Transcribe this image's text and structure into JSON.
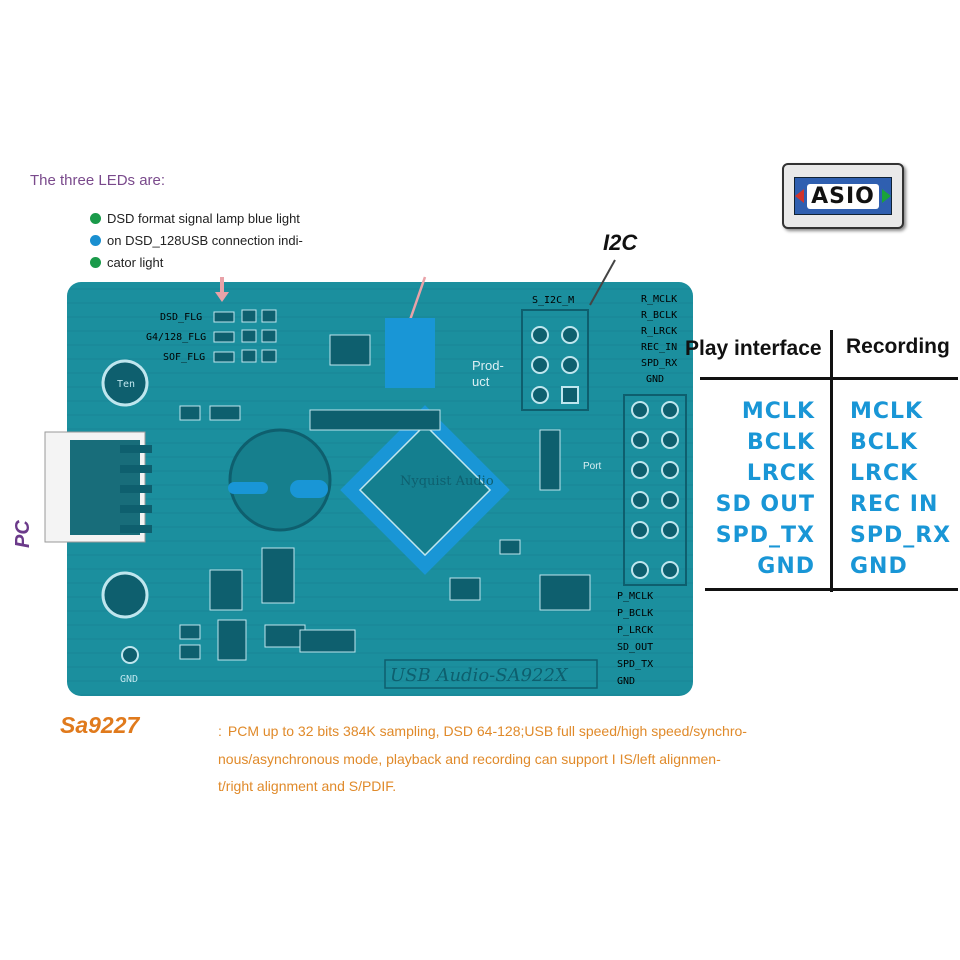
{
  "leds": {
    "title": "The three LEDs are:",
    "items": [
      {
        "text": "DSD format signal lamp blue light",
        "color": "#1a9a4a"
      },
      {
        "text": "on DSD_128USB connection indi-",
        "color": "#1a8fd0"
      },
      {
        "text": "cator light",
        "color": "#1a9a4a"
      }
    ]
  },
  "asio_logo": "ASIO",
  "i2c_label": "I2C",
  "pc_label": "PC",
  "chip_name": "Sa9227",
  "description": {
    "line1": "PCM up to 32 bits 384K sampling, DSD 64-128;USB full speed/high speed/synchro-",
    "line2": "nous/asynchronous mode, playback and recording can support I IS/left alignmen-",
    "line3": "t/right alignment and S/PDIF."
  },
  "table": {
    "play_header": "Play interface",
    "rec_header": "Recording",
    "play": [
      "MCLK",
      "BCLK",
      "LRCK",
      "SD OUT",
      "SPD_TX",
      "GND"
    ],
    "rec": [
      "MCLK",
      "BCLK",
      "LRCK",
      "REC  IN",
      "SPD_RX",
      "GND"
    ]
  },
  "board": {
    "led_labels": [
      "DSD_FLG",
      "G4/128_FLG",
      "SOF_FLG"
    ],
    "i2c_header": "S_I2C_M",
    "right_top_pins": [
      "R_MCLK",
      "R_BCLK",
      "R_LRCK",
      "REC_IN",
      "SPD_RX",
      "GND"
    ],
    "right_bottom_pins": [
      "P_MCLK",
      "P_BCLK",
      "P_LRCK",
      "SD_OUT",
      "SPD_TX",
      "GND"
    ],
    "product_label": "Prod-\nuct",
    "port_label": "Port",
    "ten_label": "Ten",
    "gnd_label": "GND",
    "silkscreen": "USB Audio-SA922X",
    "chip_marking": "Nyquist Audio"
  },
  "colors": {
    "pcb": "#1b8f9e",
    "pcb_dark": "#0e5f6e",
    "signal_blue": "#1996d6"
  }
}
